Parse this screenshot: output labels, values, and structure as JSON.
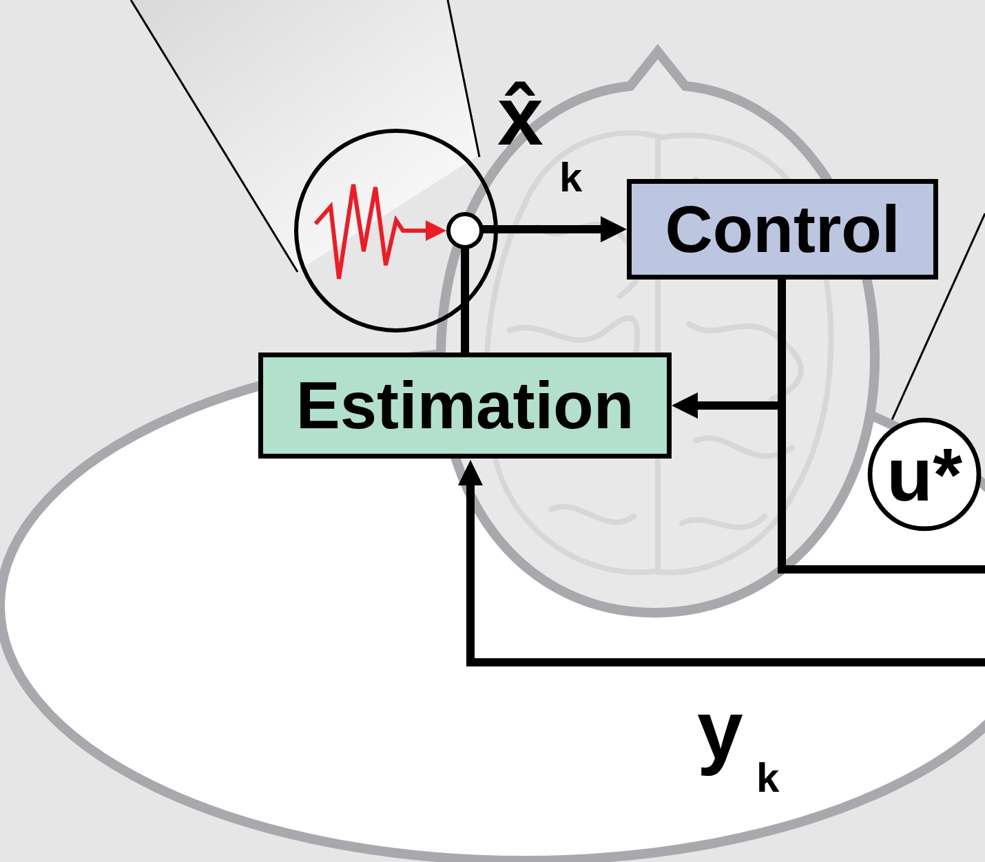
{
  "diagram": {
    "nodes": [
      {
        "text": [
          "Control"
        ]
      },
      {
        "text": [
          "Estimation"
        ]
      },
      {
        "text": [
          "u*"
        ]
      }
    ],
    "edges": [
      {
        "from": 1,
        "to": 0,
        "arrow": "to"
      },
      {
        "from": 0,
        "to": 1,
        "arrow": "to"
      }
    ],
    "labels": [
      "x̂",
      "k",
      "y",
      "k"
    ]
  }
}
